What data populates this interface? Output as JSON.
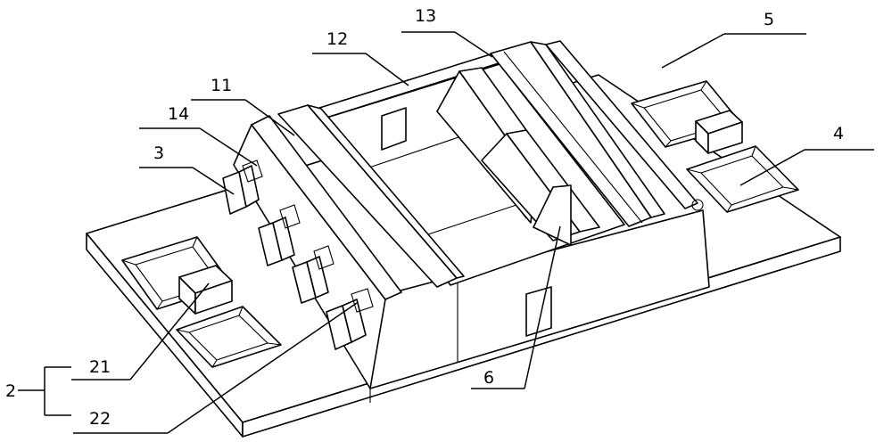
{
  "labels": {
    "l2": "2",
    "l3": "3",
    "l4": "4",
    "l5": "5",
    "l6": "6",
    "l11": "11",
    "l12": "12",
    "l13": "13",
    "l14": "14",
    "l21": "21",
    "l22": "22"
  }
}
